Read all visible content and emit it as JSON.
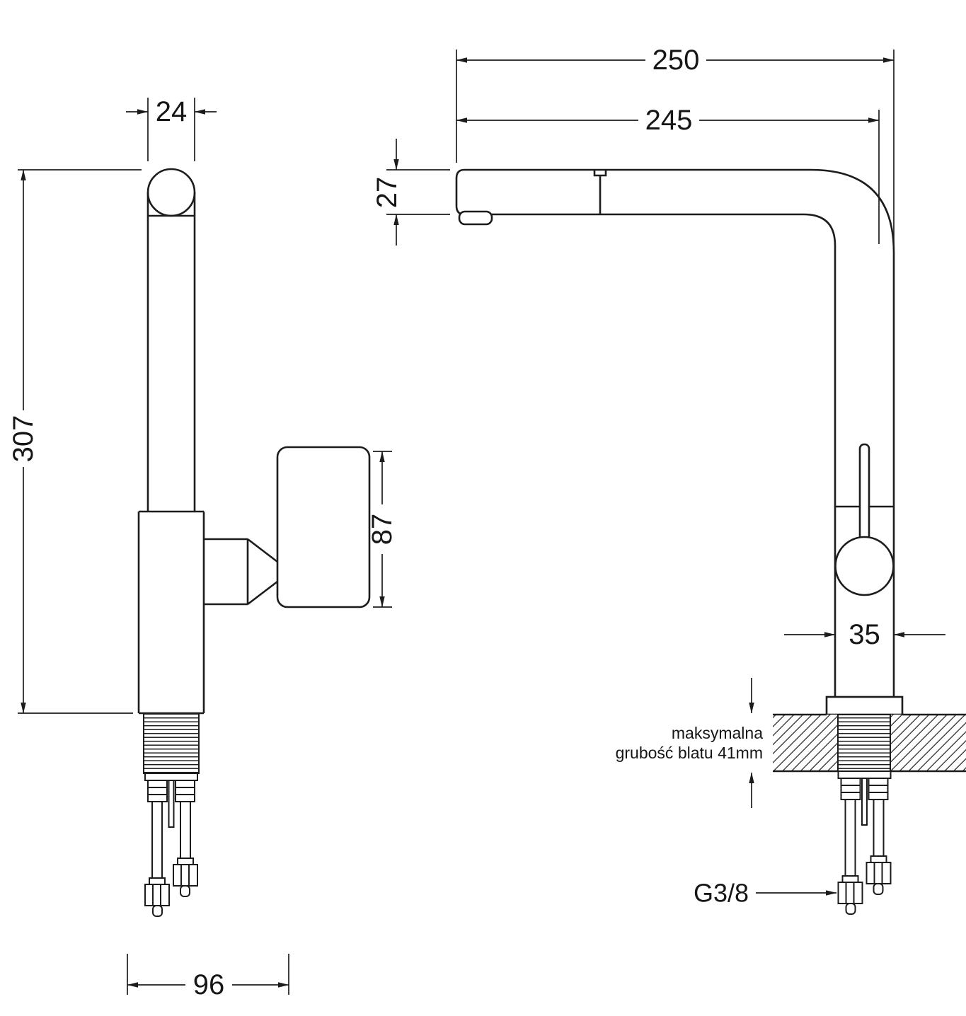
{
  "drawing": {
    "side_view": {
      "dim_spout_pipe_width": "24",
      "dim_total_height": "307",
      "dim_handle_length": "87",
      "dim_base_depth": "96"
    },
    "front_view": {
      "dim_total_reach": "250",
      "dim_spout_reach": "245",
      "dim_spout_height": "27",
      "dim_body_diameter": "35",
      "dim_connection_thread": "G3/8",
      "countertop_note_line1": "maksymalna",
      "countertop_note_line2": "grubość blatu 41mm"
    }
  }
}
